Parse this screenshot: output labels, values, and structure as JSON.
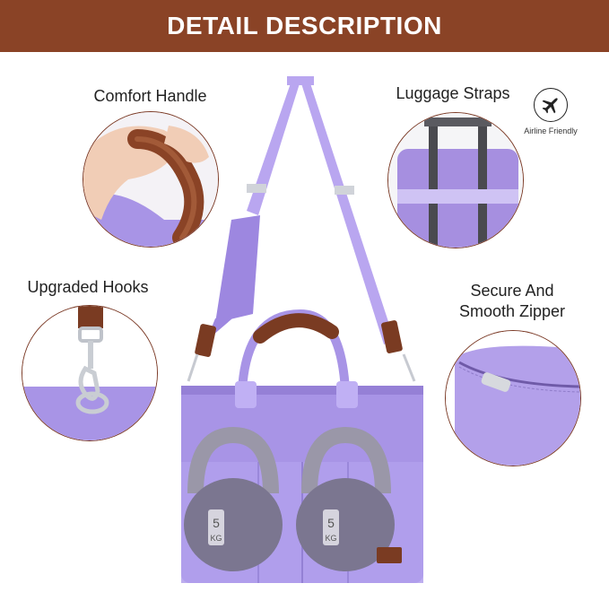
{
  "banner": {
    "title": "DETAIL DESCRIPTION",
    "bg_color": "#8a4326"
  },
  "features": {
    "comfort_handle": "Comfort Handle",
    "luggage_straps": "Luggage Straps",
    "airline_friendly": "Airline Friendly",
    "upgraded_hooks": "Upgraded Hooks",
    "zipper_line1": "Secure And",
    "zipper_line2": "Smooth Zipper"
  },
  "product": {
    "weight_left_value": "5",
    "weight_left_unit": "KG",
    "weight_right_value": "5",
    "weight_right_unit": "KG",
    "bag_color": "#a894e6",
    "leather_color": "#7a3b22",
    "icon": "airplane-icon"
  }
}
